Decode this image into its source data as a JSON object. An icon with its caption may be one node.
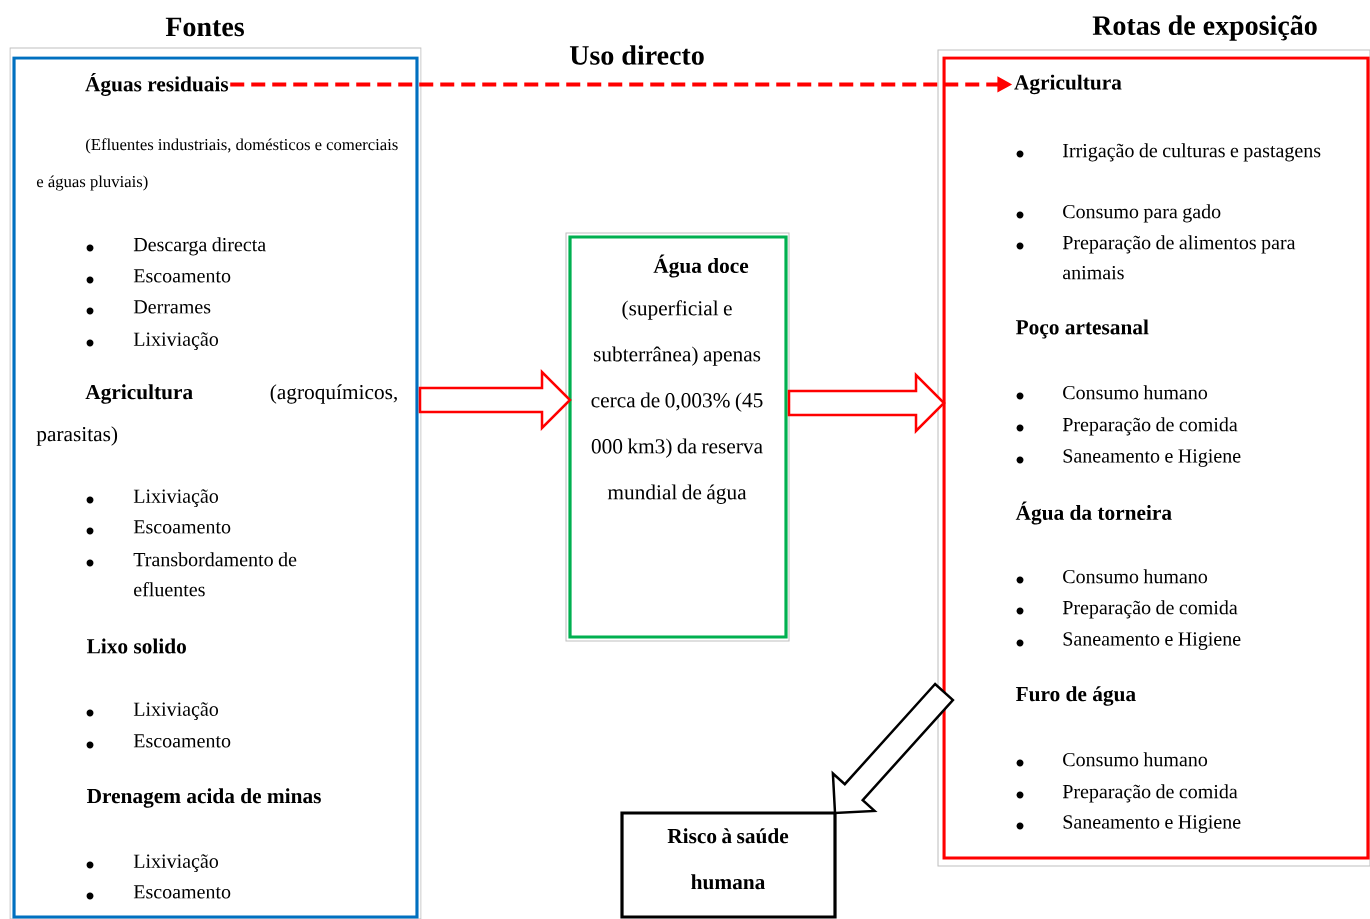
{
  "diagram": {
    "nodes": [
      {
        "text": [
          "Fontes",
          "(Efluentes industriais, domésticos e comerciais e águas pluviais)",
          "Descarga directa",
          "Escoamento",
          "Derrames",
          "Lixiviação",
          "**Agricultura** (agroquímicos, parasitas)",
          "Lixiviação",
          "Escoamento",
          "Transbordamento de efluentes",
          "Lixo solido",
          "Lixiviação",
          "Escoamento",
          "Drenagem acida de minas",
          "Lixiviação",
          "Escoamento"
        ]
      },
      {
        "text": [
          "Águas residuais"
        ],
        "in": 0
      },
      {
        "text": [
          "Água doce",
          "(superficial e subterrânea) apenas cerca de 0,003% (45 000 km3) da reserva mundial de água"
        ]
      },
      {
        "text": [
          "Rotas de exposição",
          "Irrigação de culturas e pastagens",
          "Consumo para gado",
          "Preparação de alimentos para animais",
          "Poço artesanal",
          "Consumo humano",
          "Preparação de comida",
          "Saneamento e Higiene",
          "Água da torneira",
          "Consumo humano",
          "Preparação de comida",
          "Saneamento e Higiene",
          "Furo de água",
          "Consumo humano",
          "Preparação de comida",
          "Saneamento e Higiene"
        ]
      },
      {
        "text": [
          "Agricultura"
        ],
        "in": 3
      },
      {
        "text": [
          "Risco à saúde humana"
        ]
      }
    ],
    "edges": [
      {
        "from": 1,
        "to": 4,
        "arrow": "to",
        "label": "Uso directo",
        "style": "dashed"
      },
      {
        "from": 0,
        "to": 2,
        "arrow": "to"
      },
      {
        "from": 2,
        "to": 3,
        "arrow": "to"
      },
      {
        "from": 3,
        "to": 5,
        "arrow": "to",
        "color": "#000000"
      }
    ]
  }
}
